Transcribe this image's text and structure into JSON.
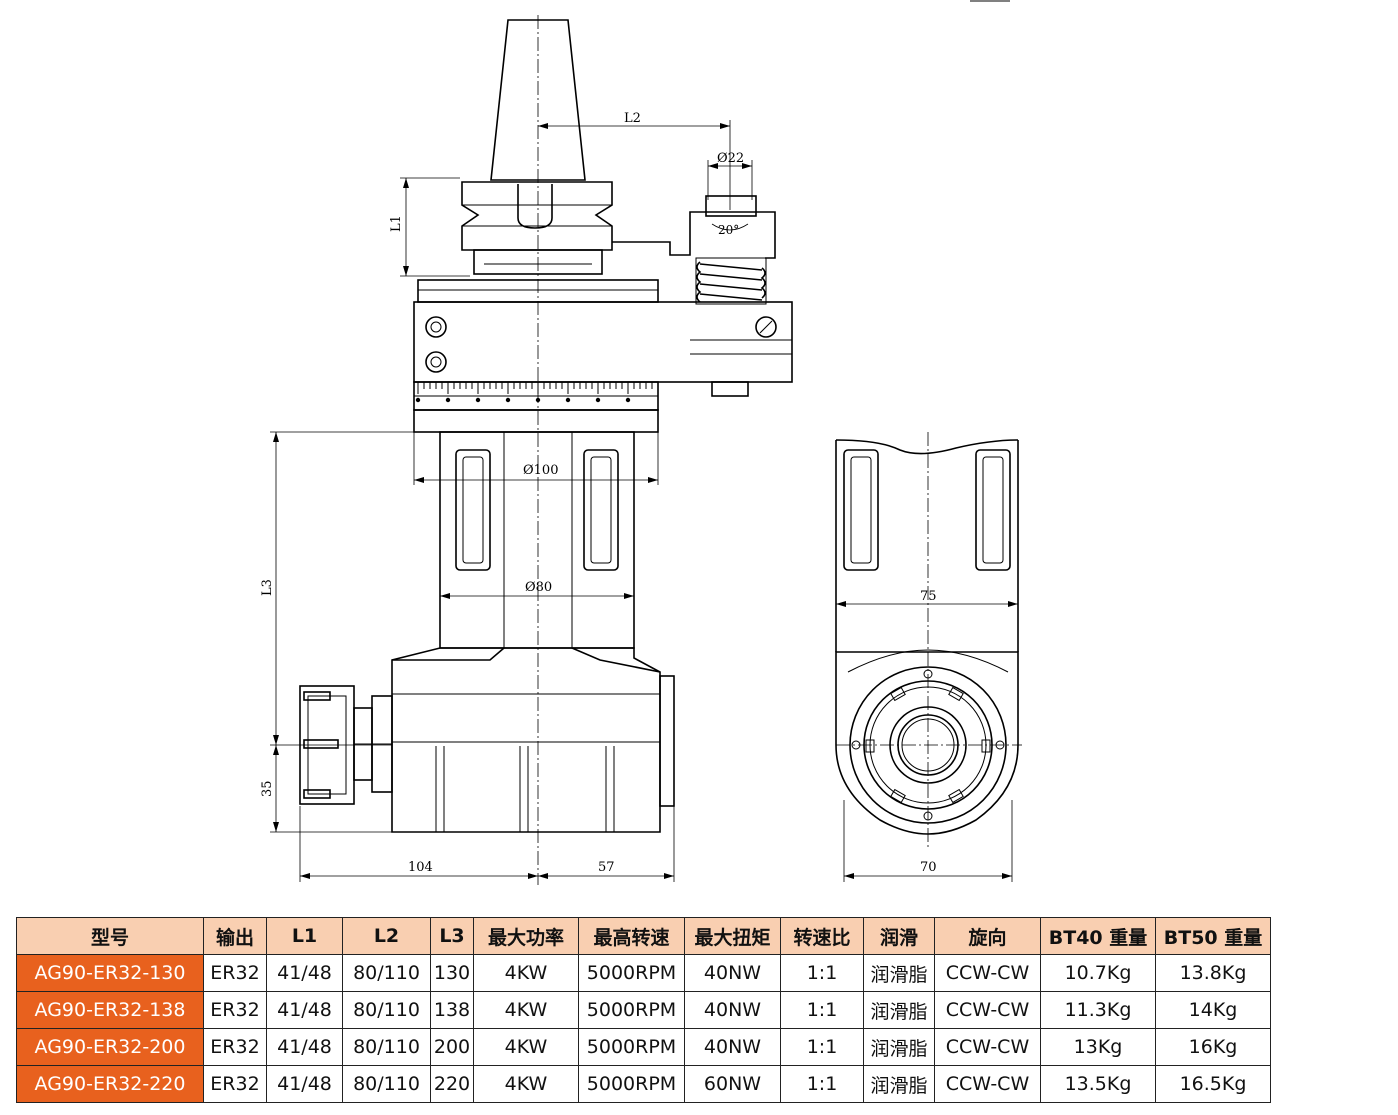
{
  "drawing": {
    "labels": {
      "l2": "L2",
      "l1": "L1",
      "l3": "L3",
      "dia22": "Ø22",
      "angle20": "20°",
      "dia100": "Ø100",
      "dia80": "Ø80",
      "d75": "75",
      "d35": "35",
      "d104": "104",
      "d57": "57",
      "d70": "70"
    }
  },
  "table": {
    "headers": [
      "型号",
      "输出",
      "L1",
      "L2",
      "L3",
      "最大功率",
      "最高转速",
      "最大扭矩",
      "转速比",
      "润滑",
      "旋向",
      "BT40 重量",
      "BT50 重量"
    ],
    "rows": [
      [
        "AG90-ER32-130",
        "ER32",
        "41/48",
        "80/110",
        "130",
        "4KW",
        "5000RPM",
        "40NW",
        "1:1",
        "润滑脂",
        "CCW-CW",
        "10.7Kg",
        "13.8Kg"
      ],
      [
        "AG90-ER32-138",
        "ER32",
        "41/48",
        "80/110",
        "138",
        "4KW",
        "5000RPM",
        "40NW",
        "1:1",
        "润滑脂",
        "CCW-CW",
        "11.3Kg",
        "14Kg"
      ],
      [
        "AG90-ER32-200",
        "ER32",
        "41/48",
        "80/110",
        "200",
        "4KW",
        "5000RPM",
        "40NW",
        "1:1",
        "润滑脂",
        "CCW-CW",
        "13Kg",
        "16Kg"
      ],
      [
        "AG90-ER32-220",
        "ER32",
        "41/48",
        "80/110",
        "220",
        "4KW",
        "5000RPM",
        "60NW",
        "1:1",
        "润滑脂",
        "CCW-CW",
        "13.5Kg",
        "16.5Kg"
      ]
    ]
  },
  "colors": {
    "header_bg": "#f9cfb1",
    "model_bg": "#e8611e",
    "model_text": "#ffffff"
  }
}
